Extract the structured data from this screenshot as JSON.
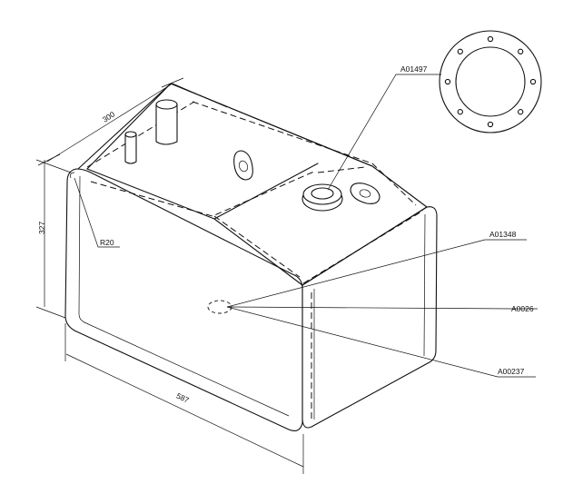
{
  "dimensions": {
    "depth": "300",
    "height": "327",
    "length": "587",
    "radius": "R20"
  },
  "callouts": {
    "flange": "A01497",
    "top_weld": "A01348",
    "side_a": "A0026",
    "side_b": "A00237"
  }
}
